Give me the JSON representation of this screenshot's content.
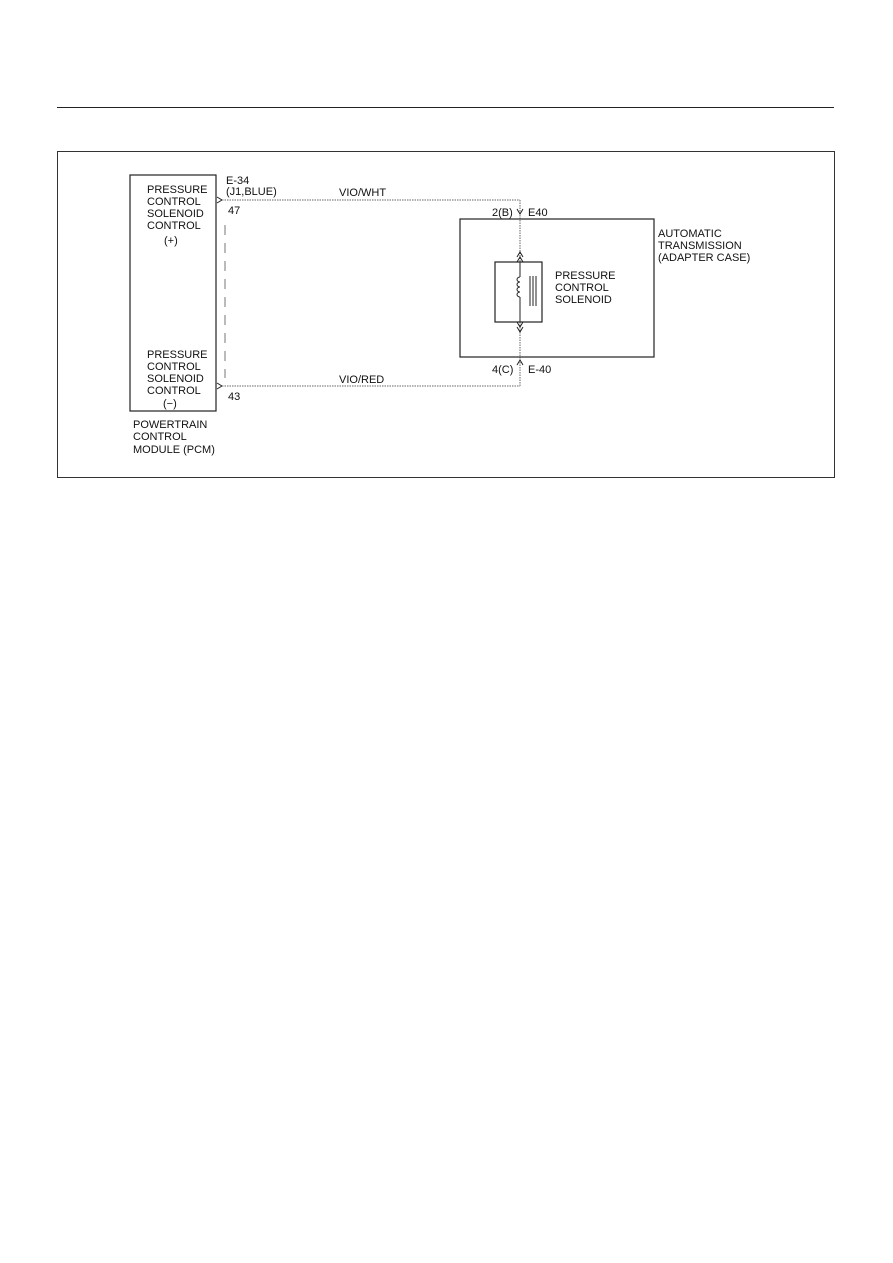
{
  "pcm": {
    "input_plus": [
      "PRESSURE",
      "CONTROL",
      "SOLENOID",
      "CONTROL",
      "(+)"
    ],
    "input_minus": [
      "PRESSURE",
      "CONTROL",
      "SOLENOID",
      "CONTROL",
      "(−)"
    ],
    "caption": [
      "POWERTRAIN",
      "CONTROL",
      "MODULE (PCM)"
    ]
  },
  "pcm_connector": {
    "id": "E-34",
    "spec": "(J1,BLUE)",
    "pin_plus": "47",
    "pin_minus": "43"
  },
  "wires": {
    "upper_color": "VIO/WHT",
    "lower_color": "VIO/RED"
  },
  "transmission": {
    "label": [
      "AUTOMATIC",
      "TRANSMISSION",
      "(ADAPTER CASE)"
    ],
    "upper_terminal": "2(B)",
    "upper_connector": "E40",
    "lower_terminal": "4(C)",
    "lower_connector": "E-40"
  },
  "solenoid": {
    "label": [
      "PRESSURE",
      "CONTROL",
      "SOLENOID"
    ]
  }
}
